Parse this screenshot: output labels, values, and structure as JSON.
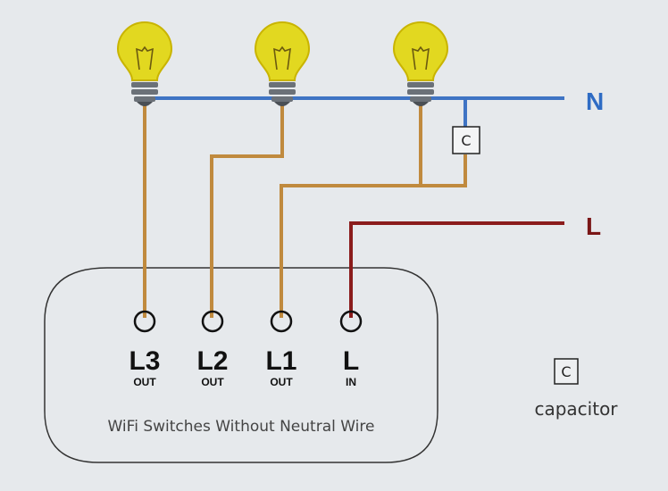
{
  "diagram": {
    "title": "WiFi Switches Without Neutral Wire",
    "colors": {
      "background": "#e6e9ec",
      "neutral_wire": "#3f74c4",
      "live_wire": "#8b1c1c",
      "load_wire": "#c08a3e",
      "bulb_glass": "#e2d820",
      "bulb_outline": "#c9b400",
      "bulb_base": "#6b7178",
      "terminal_outline": "#111111",
      "neutral_label": "#2f6cc4",
      "live_label": "#7a1616"
    },
    "bus_labels": {
      "neutral": "N",
      "live": "L"
    },
    "bulbs": [
      {
        "id": "bulb-1",
        "connected_to": "L3"
      },
      {
        "id": "bulb-2",
        "connected_to": "L2"
      },
      {
        "id": "bulb-3",
        "connected_to": "L1"
      }
    ],
    "capacitor_symbol": "C",
    "terminals": [
      {
        "name": "L3",
        "sub": "OUT"
      },
      {
        "name": "L2",
        "sub": "OUT"
      },
      {
        "name": "L1",
        "sub": "OUT"
      },
      {
        "name": "L",
        "sub": "IN"
      }
    ],
    "legend": {
      "symbol": "C",
      "label": "capacitor"
    }
  }
}
